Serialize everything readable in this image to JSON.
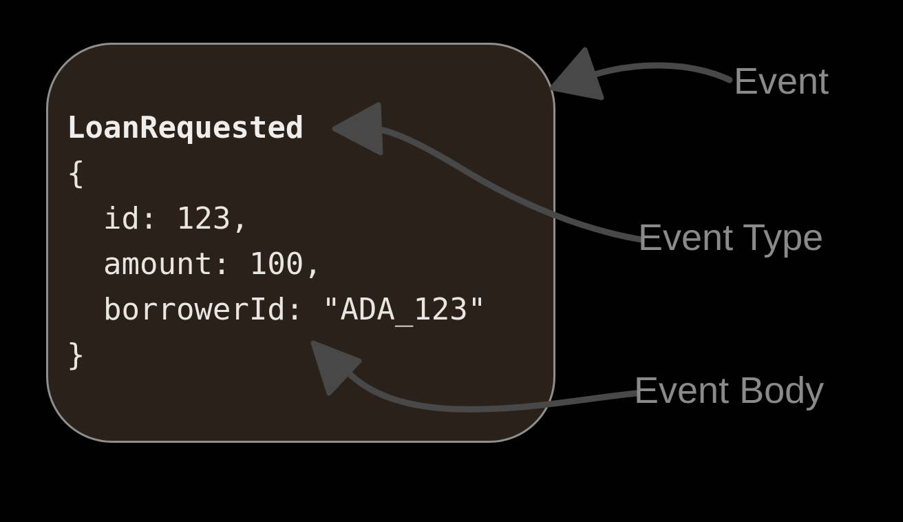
{
  "event_card": {
    "title": "LoanRequested",
    "body_lines": [
      "{",
      "  id: 123,",
      "  amount: 100,",
      "  borrowerId: \"ADA_123\"",
      "}"
    ]
  },
  "annotations": [
    {
      "id": "event",
      "text": "Event",
      "points_to": "event-card"
    },
    {
      "id": "event-type",
      "text": "Event Type",
      "points_to": "event-title"
    },
    {
      "id": "event-body",
      "text": "Event Body",
      "points_to": "event-body-code"
    }
  ],
  "colors": {
    "background": "#000000",
    "card_fill": "#2a211b",
    "card_border": "#8e8e8e",
    "code_text": "#e9e6e2",
    "arrow": "#484848",
    "label_text": "#8a8a8a"
  }
}
